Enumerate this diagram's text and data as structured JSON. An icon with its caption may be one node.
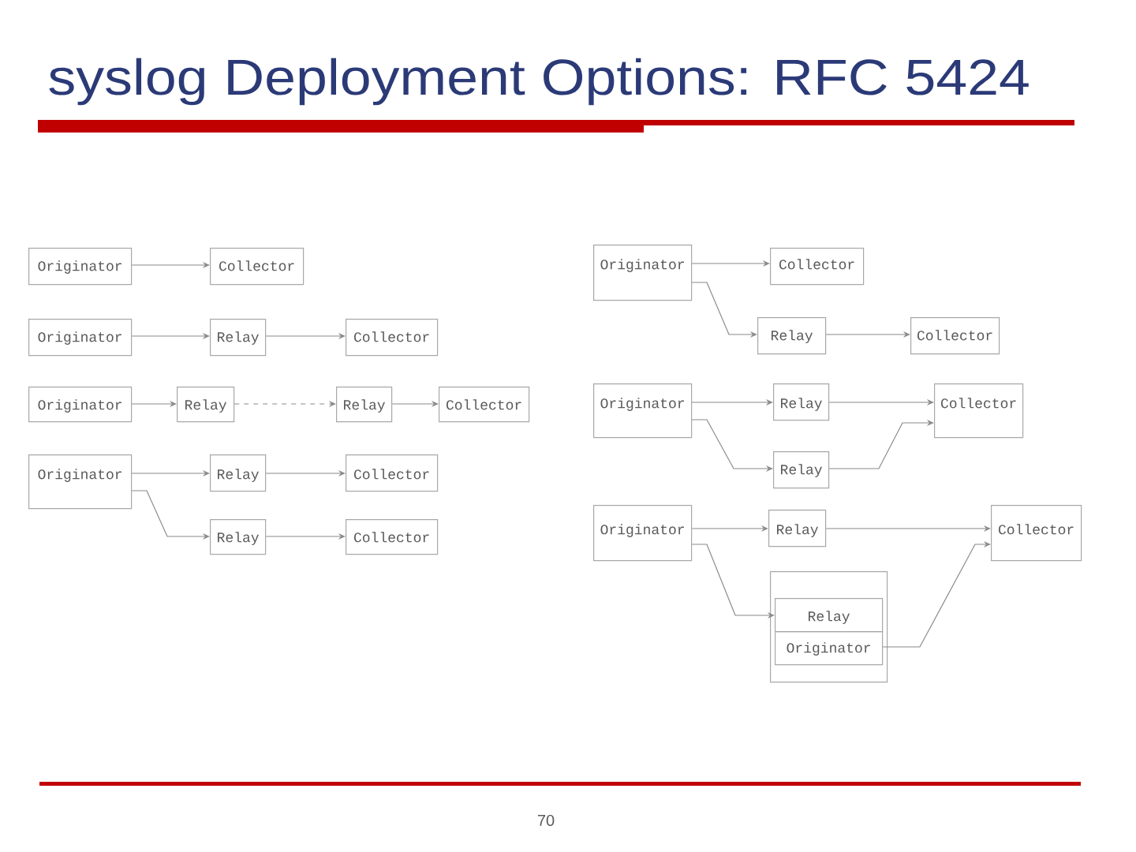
{
  "diagram": {
    "title": "syslog Deployment Options: RFC 5424",
    "nodes": [
      {
        "text": [
          "Originator"
        ]
      },
      {
        "text": [
          "Collector"
        ]
      },
      {
        "text": [
          "Originator"
        ]
      },
      {
        "text": [
          "Relay"
        ]
      },
      {
        "text": [
          "Collector"
        ]
      },
      {
        "text": [
          "Originator"
        ]
      },
      {
        "text": [
          "Relay"
        ]
      },
      {
        "text": [
          "Relay"
        ]
      },
      {
        "text": [
          "Collector"
        ]
      },
      {
        "text": [
          "Originator"
        ]
      },
      {
        "text": [
          "Relay"
        ]
      },
      {
        "text": [
          "Collector"
        ]
      },
      {
        "text": [
          "Relay"
        ]
      },
      {
        "text": [
          "Collector"
        ]
      },
      {
        "text": [
          "Originator"
        ]
      },
      {
        "text": [
          "Collector"
        ]
      },
      {
        "text": [
          "Relay"
        ]
      },
      {
        "text": [
          "Collector"
        ]
      },
      {
        "text": [
          "Originator"
        ]
      },
      {
        "text": [
          "Relay"
        ]
      },
      {
        "text": [
          "Collector"
        ]
      },
      {
        "text": [
          "Relay"
        ]
      },
      {
        "text": [
          "Originator"
        ]
      },
      {
        "text": [
          "Relay"
        ]
      },
      {
        "text": [
          "Collector"
        ]
      },
      {
        "text": [],
        "shape": "box"
      },
      {
        "text": [
          "Relay"
        ],
        "in": 25
      },
      {
        "text": [
          "Originator"
        ],
        "in": 25
      }
    ],
    "edges": [
      {
        "from": 0,
        "to": 1,
        "arrow": "to"
      },
      {
        "from": 2,
        "to": 3,
        "arrow": "to"
      },
      {
        "from": 3,
        "to": 4,
        "arrow": "to"
      },
      {
        "from": 5,
        "to": 6,
        "arrow": "to"
      },
      {
        "from": 6,
        "to": 7,
        "arrow": "to",
        "style": "dashed"
      },
      {
        "from": 7,
        "to": 8,
        "arrow": "to"
      },
      {
        "from": 9,
        "to": 10,
        "arrow": "to"
      },
      {
        "from": 10,
        "to": 11,
        "arrow": "to"
      },
      {
        "from": 9,
        "to": 12,
        "arrow": "to"
      },
      {
        "from": 12,
        "to": 13,
        "arrow": "to"
      },
      {
        "from": 14,
        "to": 15,
        "arrow": "to"
      },
      {
        "from": 14,
        "to": 16,
        "arrow": "to"
      },
      {
        "from": 16,
        "to": 17,
        "arrow": "to"
      },
      {
        "from": 18,
        "to": 19,
        "arrow": "to"
      },
      {
        "from": 19,
        "to": 20,
        "arrow": "to"
      },
      {
        "from": 18,
        "to": 21,
        "arrow": "to"
      },
      {
        "from": 21,
        "to": 20,
        "arrow": "to"
      },
      {
        "from": 22,
        "to": 23,
        "arrow": "to"
      },
      {
        "from": 23,
        "to": 24,
        "arrow": "to"
      },
      {
        "from": 22,
        "to": 26,
        "arrow": "to"
      },
      {
        "from": 27,
        "to": 24,
        "arrow": "to"
      }
    ],
    "labels": [
      "70"
    ]
  }
}
